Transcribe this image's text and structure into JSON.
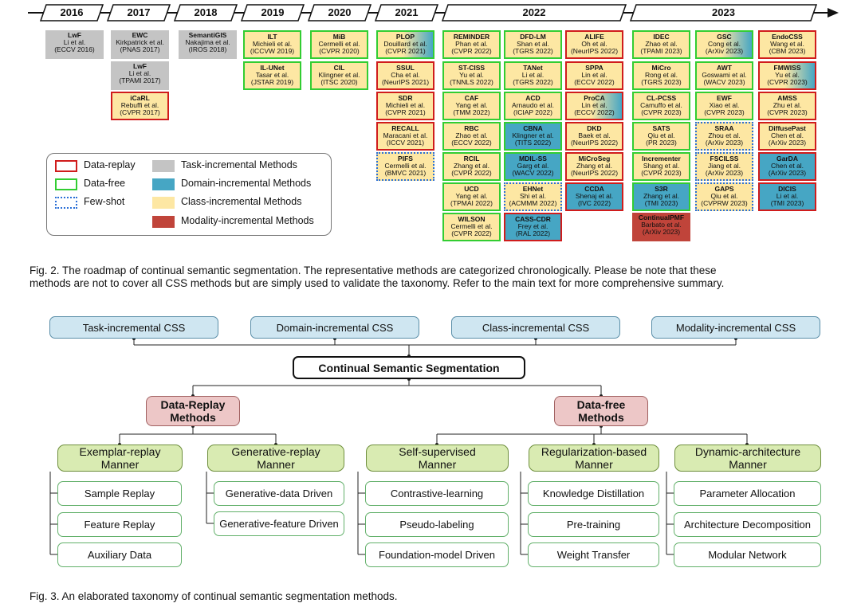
{
  "years": [
    "2016",
    "2017",
    "2018",
    "2019",
    "2020",
    "2021",
    "2022",
    "2023"
  ],
  "cards": {
    "lwf1": {
      "name": "LwF",
      "l1": "Li et al.",
      "l2": "(ECCV 2016)"
    },
    "ewc": {
      "name": "EWC",
      "l1": "Kirkpatrick et al.",
      "l2": "(PNAS 2017)"
    },
    "lwf2": {
      "name": "LwF",
      "l1": "Li et al.",
      "l2": "(TPAMI 2017)"
    },
    "icarl": {
      "name": "iCaRL",
      "l1": "Rebuffi et al.",
      "l2": "(CVPR 2017)"
    },
    "semgis": {
      "name": "SemantiGIS",
      "l1": "Nakajima et al.",
      "l2": "(IROS 2018)"
    },
    "ilt": {
      "name": "ILT",
      "l1": "Michieli et al.",
      "l2": "(ICCVW 2019)"
    },
    "ilunet": {
      "name": "IL-UNet",
      "l1": "Tasar et al.",
      "l2": "(JSTAR 2019)"
    },
    "mib": {
      "name": "MiB",
      "l1": "Cermelli et al.",
      "l2": "(CVPR 2020)"
    },
    "cil": {
      "name": "CIL",
      "l1": "Klingner et al.",
      "l2": "(ITSC 2020)"
    },
    "plop": {
      "name": "PLOP",
      "l1": "Douillard et al.",
      "l2": "(CVPR 2021)"
    },
    "ssul": {
      "name": "SSUL",
      "l1": "Cha et al.",
      "l2": "(NeurIPS 2021)"
    },
    "sdr": {
      "name": "SDR",
      "l1": "Michieli et al.",
      "l2": "(CVPR 2021)"
    },
    "recall": {
      "name": "RECALL",
      "l1": "Maracani et al.",
      "l2": "(ICCV 2021)"
    },
    "pifs": {
      "name": "PIFS",
      "l1": "Cermelli et al.",
      "l2": "(BMVC 2021)"
    },
    "reminder": {
      "name": "REMINDER",
      "l1": "Phan et al.",
      "l2": "(CVPR 2022)"
    },
    "stciss": {
      "name": "ST-CISS",
      "l1": "Yu et al.",
      "l2": "(TNNLS 2022)"
    },
    "caf": {
      "name": "CAF",
      "l1": "Yang et al.",
      "l2": "(TMM 2022)"
    },
    "rbc": {
      "name": "RBC",
      "l1": "Zhao  et al.",
      "l2": "(ECCV 2022)"
    },
    "rcil": {
      "name": "RCIL",
      "l1": "Zhang et al.",
      "l2": "(CVPR 2022)"
    },
    "ucd": {
      "name": "UCD",
      "l1": "Yang et al.",
      "l2": "(TPMAI 2022)"
    },
    "wilson": {
      "name": "WILSON",
      "l1": "Cermelli et al.",
      "l2": "(CVPR 2022)"
    },
    "dfdlm": {
      "name": "DFD-LM",
      "l1": "Shan et al.",
      "l2": "(TGRS 2022)"
    },
    "tanet": {
      "name": "TANet",
      "l1": "Li et al.",
      "l2": "(TGRS 2022)"
    },
    "acd": {
      "name": "ACD",
      "l1": "Arnaudo et al.",
      "l2": "(ICIAP 2022)"
    },
    "cbna": {
      "name": "CBNA",
      "l1": "Klingner et al.",
      "l2": "(TITS 2022)"
    },
    "mdilss": {
      "name": "MDIL-SS",
      "l1": "Garg et al.",
      "l2": "(WACV 2022)"
    },
    "ehnet": {
      "name": "EHNet",
      "l1": "Shi  et al.",
      "l2": "(ACMMM 2022)"
    },
    "casscdr": {
      "name": "CASS-CDR",
      "l1": "Frey et al.",
      "l2": "(RAL 2022)"
    },
    "alife": {
      "name": "ALIFE",
      "l1": "Oh et al.",
      "l2": "(NeurIPS 2022)"
    },
    "sppa": {
      "name": "SPPA",
      "l1": "Lin et al.",
      "l2": "(ECCV 2022)"
    },
    "proca": {
      "name": "ProCA",
      "l1": "Lin et al.",
      "l2": "(ECCV 2022)"
    },
    "dkd": {
      "name": "DKD",
      "l1": "Baek et al.",
      "l2": "(NeurIPS 2022)"
    },
    "microseg": {
      "name": "MiCroSeg",
      "l1": "Zhang et al.",
      "l2": "(NeurIPS 2022)"
    },
    "ccda": {
      "name": "CCDA",
      "l1": "Shenaj et al.",
      "l2": "(IVC 2022)"
    },
    "idec": {
      "name": "IDEC",
      "l1": "Zhao et al.",
      "l2": "(TPAMI 2023)"
    },
    "micro": {
      "name": "MiCro",
      "l1": "Rong et al.",
      "l2": "(TGRS 2023)"
    },
    "clpcss": {
      "name": "CL-PCSS",
      "l1": "Camuffo et al.",
      "l2": "(CVPR 2023)"
    },
    "sats": {
      "name": "SATS",
      "l1": "Qiu et al.",
      "l2": "(PR 2023)"
    },
    "incrementer": {
      "name": "Incrementer",
      "l1": "Shang et al.",
      "l2": "(CVPR 2023)"
    },
    "s3r": {
      "name": "S3R",
      "l1": "Zhang et al.",
      "l2": "(TMI 2023)"
    },
    "continualpmf": {
      "name": "ContinualPMF",
      "l1": "Barbato et al.",
      "l2": "(ArXiv 2023)"
    },
    "gsc": {
      "name": "GSC",
      "l1": "Cong et al.",
      "l2": "(ArXiv 2023)"
    },
    "awt": {
      "name": "AWT",
      "l1": "Goswami et al.",
      "l2": "(WACV 2023)"
    },
    "ewf": {
      "name": "EWF",
      "l1": "Xiao et al.",
      "l2": "(CVPR 2023)"
    },
    "sraa": {
      "name": "SRAA",
      "l1": "Zhou et al.",
      "l2": "(ArXiv 2023)"
    },
    "fscilss": {
      "name": "FSCILSS",
      "l1": "Jiang et al.",
      "l2": "(ArXiv 2023)"
    },
    "gaps": {
      "name": "GAPS",
      "l1": "Qiu et al.",
      "l2": "(CVPRW 2023)"
    },
    "endocss": {
      "name": "EndoCSS",
      "l1": "Wang et al.",
      "l2": "(CBM 2023)"
    },
    "fmwiss": {
      "name": "FMWISS",
      "l1": "Yu et al.",
      "l2": "(CVPR 2023)"
    },
    "amss": {
      "name": "AMSS",
      "l1": "Zhu et al.",
      "l2": "(CVPR 2023)"
    },
    "diffusepast": {
      "name": "DiffusePast",
      "l1": "Chen et al.",
      "l2": "(ArXiv 2023)"
    },
    "garda": {
      "name": "GarDA",
      "l1": "Chen et al.",
      "l2": "(ArXiv 2023)"
    },
    "dicis": {
      "name": "DICIS",
      "l1": "Li et al.",
      "l2": "(TMI 2023)"
    }
  },
  "legend": {
    "data_replay": "Data-replay",
    "data_free": "Data-free",
    "few_shot": "Few-shot",
    "task": "Task-incremental Methods",
    "domain": "Domain-incremental Methods",
    "class": "Class-incremental Methods",
    "modality": "Modality-incremental Methods",
    "colors": {
      "replay": "#d01c1c",
      "free": "#32cd32",
      "few": "#2a6fd6",
      "task": "#c4c4c4",
      "domain": "#46a6c4",
      "class": "#fde7a3",
      "modality": "#c0443a"
    }
  },
  "caption2": {
    "line1": "Fig. 2. The roadmap of continual semantic segmentation. The representative methods are categorized chronologically. Please be note that these",
    "line2": "methods are not to cover all CSS methods but are simply used to validate the taxonomy. Refer to the main text for more comprehensive summary."
  },
  "taxonomy": {
    "top": [
      "Task-incremental CSS",
      "Domain-incremental CSS",
      "Class-incremental CSS",
      "Modality-incremental CSS"
    ],
    "root": "Continual Semantic Segmentation",
    "dr": {
      "l1": "Data-Replay",
      "l2": "Methods"
    },
    "df": {
      "l1": "Data-free",
      "l2": "Methods"
    },
    "manners": [
      {
        "l1": "Exemplar-replay",
        "l2": "Manner",
        "leaves": [
          "Sample Replay",
          "Feature Replay",
          "Auxiliary Data"
        ]
      },
      {
        "l1": "Generative-replay",
        "l2": "Manner",
        "leaves": [
          "Generative-data Driven",
          "Generative-feature Driven"
        ]
      },
      {
        "l1": "Self-supervised",
        "l2": "Manner",
        "leaves": [
          "Contrastive-learning",
          "Pseudo-labeling",
          "Foundation-model Driven"
        ]
      },
      {
        "l1": "Regularization-based",
        "l2": "Manner",
        "leaves": [
          "Knowledge Distillation",
          "Pre-training",
          "Weight Transfer"
        ]
      },
      {
        "l1": "Dynamic-architecture",
        "l2": "Manner",
        "leaves": [
          "Parameter Allocation",
          "Architecture Decomposition",
          "Modular Network"
        ]
      }
    ]
  },
  "caption3": "Fig. 3. An elaborated taxonomy of continual semantic segmentation methods."
}
